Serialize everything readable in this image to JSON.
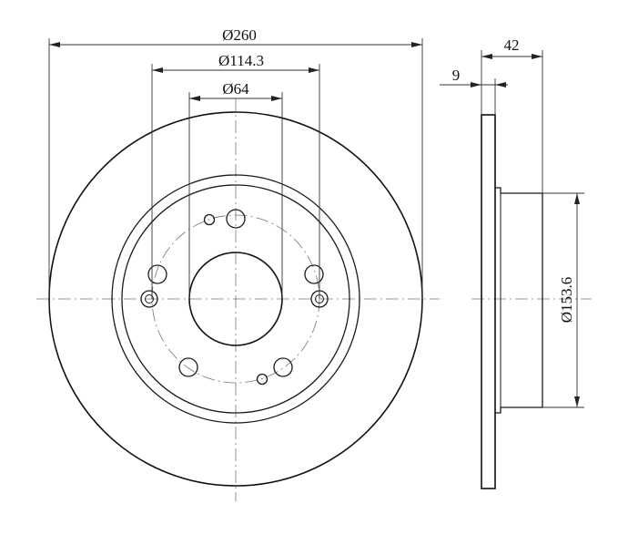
{
  "dimensions": {
    "outer_diameter": "Ø260",
    "bolt_circle": "Ø114.3",
    "center_bore": "Ø64",
    "total_height": "42",
    "disc_thickness": "9",
    "hat_diameter": "Ø153.6"
  },
  "colors": {
    "line": "#1a1a1a",
    "centerline": "#777777",
    "background": "#ffffff"
  }
}
